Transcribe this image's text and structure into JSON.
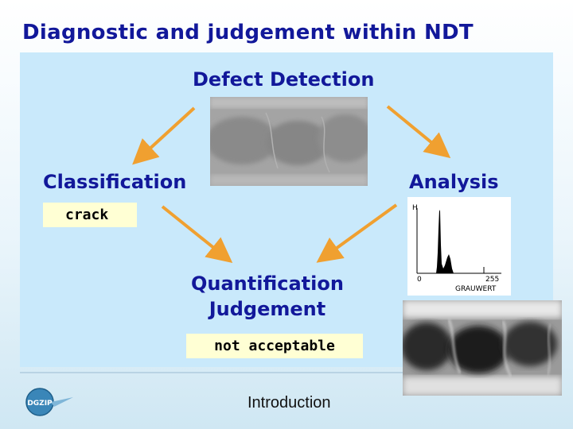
{
  "slide": {
    "title": "Diagnostic and judgement within NDT",
    "footer": "Introduction"
  },
  "diagram": {
    "nodes": {
      "detection": "Defect Detection",
      "classification": "Classification",
      "analysis": "Analysis",
      "quantification": "Quantification",
      "judgement": "Judgement"
    },
    "boxes": {
      "classification_result": "crack",
      "judgement_result": "not acceptable"
    },
    "arrow_color": "#f0a030"
  },
  "histogram": {
    "y_label": "H",
    "x_min_label": "0",
    "x_max_label": "255",
    "x_axis_label": "GRAUWERT"
  },
  "logo": {
    "text": "DGZIP"
  },
  "colors": {
    "title": "#12189a",
    "panel": "#c9e9fb",
    "result_box": "#ffffd4"
  }
}
